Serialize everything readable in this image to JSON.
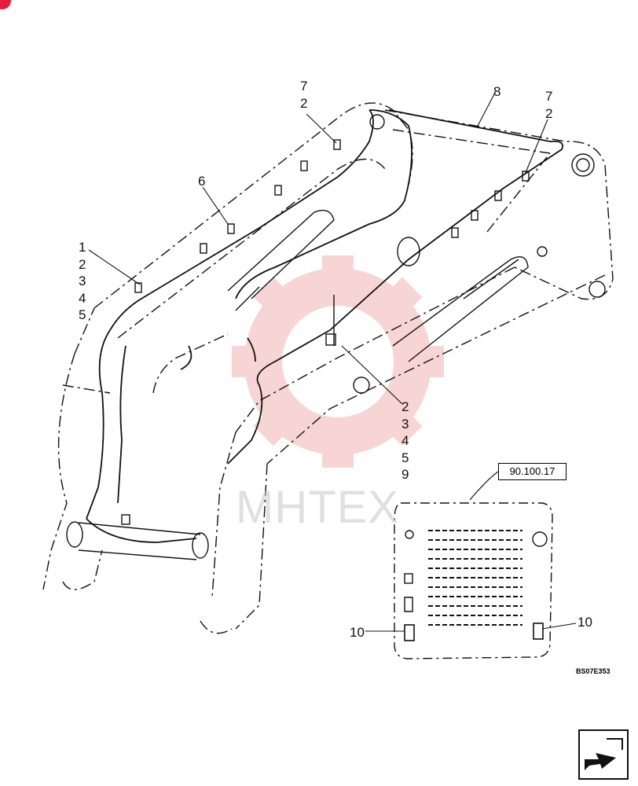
{
  "diagram": {
    "callouts": {
      "c1": "1",
      "c2": "2",
      "c3": "3",
      "c4": "4",
      "c5": "5",
      "c6": "6",
      "c7a": "7",
      "c2b": "2",
      "c8": "8",
      "c7b": "7",
      "c2c": "2",
      "c2d": "2",
      "c3d": "3",
      "c4d": "4",
      "c5d": "5",
      "c9d": "9",
      "c10a": "10",
      "c10b": "10"
    },
    "reference_box": "90.100.17",
    "drawing_code": "BS07E353",
    "watermark": "MHTEX"
  },
  "colors": {
    "line": "#111111",
    "watermark_gear": "#f4b4b4",
    "badge": "#e0203c"
  },
  "icons": {
    "nav": "next-page-arrow-icon",
    "badge": "corner-badge-icon"
  }
}
